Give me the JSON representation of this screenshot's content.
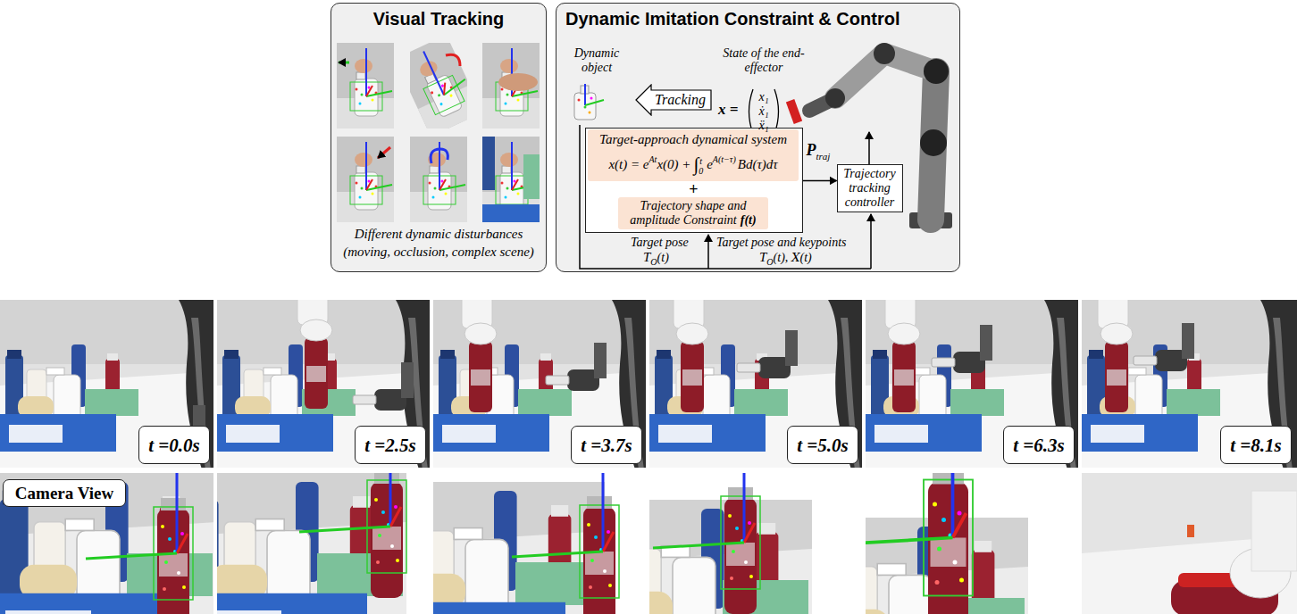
{
  "diagram": {
    "nodes": [
      {
        "text": [
          "Visual Tracking",
          "Different dynamic disturbances (moving, occlusion, complex scene)"
        ]
      },
      {
        "text": [
          "Dynamic Imitation Constraint & Control"
        ]
      },
      {
        "text": [
          "Tracking"
        ],
        "in": 1
      },
      {
        "text": [
          "+"
        ],
        "in": 1
      },
      {
        "text": [
          "Target-approach dynamical system",
          "x(t) = e",
          "At",
          "x(0) +",
          "∫",
          "t",
          "0",
          "e",
          "A(t−τ)",
          "Bd(τ)dτ"
        ],
        "in": 3
      },
      {
        "text": [
          "Trajectory shape and amplitude Constraint",
          "f(t)"
        ],
        "in": 3
      },
      {
        "text": [
          "Trajectory tracking controller"
        ],
        "in": 1
      },
      {
        "text": [
          "t =0.0s"
        ]
      },
      {
        "text": [
          "t =2.5s"
        ]
      },
      {
        "text": [
          "t =3.7s"
        ]
      },
      {
        "text": [
          "t =5.0s"
        ]
      },
      {
        "text": [
          "t =6.3s"
        ]
      },
      {
        "text": [
          "t =8.1s"
        ]
      },
      {
        "text": [
          "Camera View"
        ]
      }
    ],
    "edges": [
      {
        "from": 3,
        "to": 6,
        "arrow": "to",
        "label": "P"
      }
    ],
    "labels": [
      "Dynamic object",
      "State of the end-effector",
      "x =",
      "x₁",
      "ẋ₁",
      "ẍ₁",
      "Target pose",
      "T",
      "O",
      "(t)",
      "Target pose and keypoints",
      "T",
      "O",
      "(t),",
      "X",
      "(t)",
      "traj"
    ]
  }
}
